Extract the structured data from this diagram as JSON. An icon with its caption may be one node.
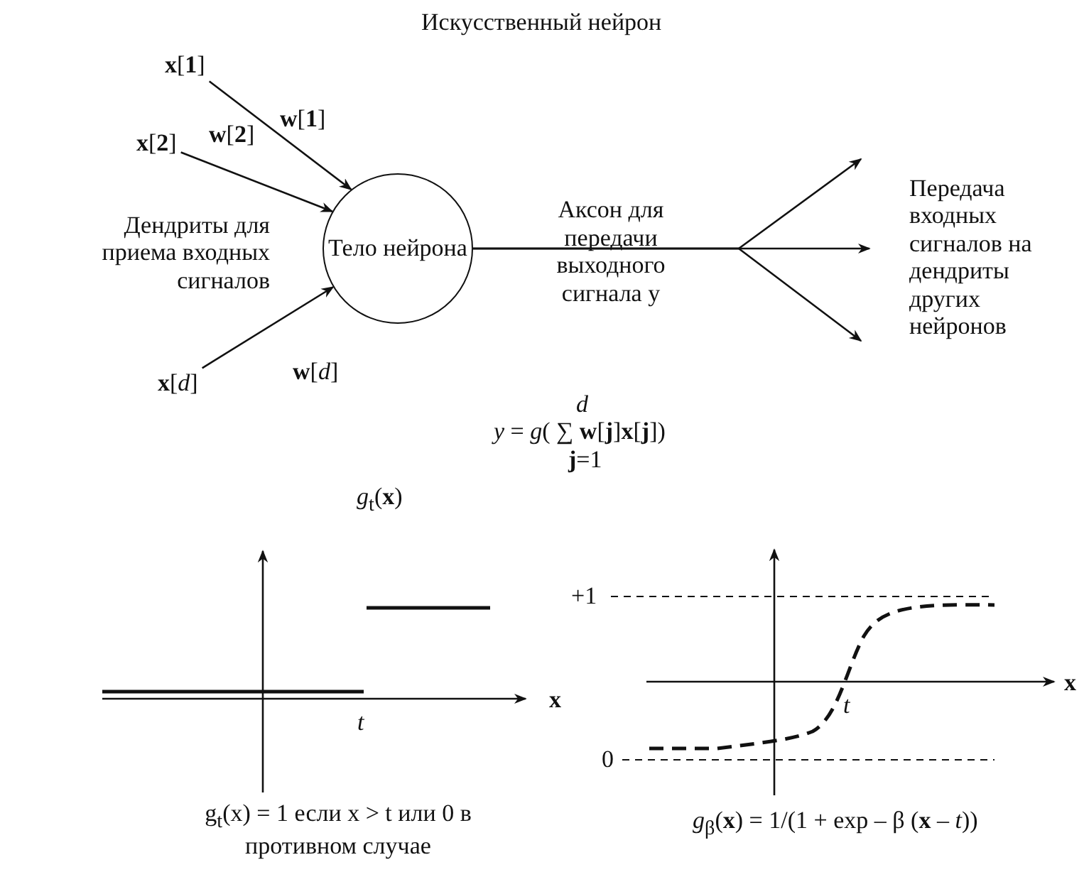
{
  "diagram": {
    "title": "Искусственный нейрон",
    "nodes": [
      {
        "text": [
          "**x**[**1**]"
        ]
      },
      {
        "text": [
          "**x**[**2**]"
        ]
      },
      {
        "text": [
          "**x**[*d*]"
        ]
      },
      {
        "text": [
          "Тело нейрона"
        ]
      }
    ],
    "edges": [
      {
        "from": 0,
        "to": 3,
        "arrow": "to",
        "label": "**w**[**1**]"
      },
      {
        "from": 1,
        "to": 3,
        "arrow": "to",
        "label": "**w**[**2**]"
      },
      {
        "from": 2,
        "to": 3,
        "arrow": "to",
        "label": "**w**[*d*]"
      },
      {
        "from": 3,
        "to": null,
        "arrow": "to"
      },
      {
        "from": 3,
        "to": null,
        "arrow": "to"
      },
      {
        "from": 3,
        "to": null,
        "arrow": "to"
      }
    ],
    "labels": [
      "Дендриты для приема входных сигналов",
      "Аксон для передачи выходного сигнала y",
      "Передача входных сигналов на дендриты других нейронов",
      "*d*",
      "*y* = *g*( ∑ **w**[**j**]**x**[**j**])",
      "**j**=1",
      "*g*$_{t}$(**x**)",
      "**x**",
      "*t*",
      "g$_{t}$(x) = 1 если x > t или 0 в противном случае",
      "+1",
      "0",
      "*t*",
      "**x**",
      "*g*$_{β}$(**x**) = 1/(1 + exp – β (**x** – *t*))"
    ]
  }
}
